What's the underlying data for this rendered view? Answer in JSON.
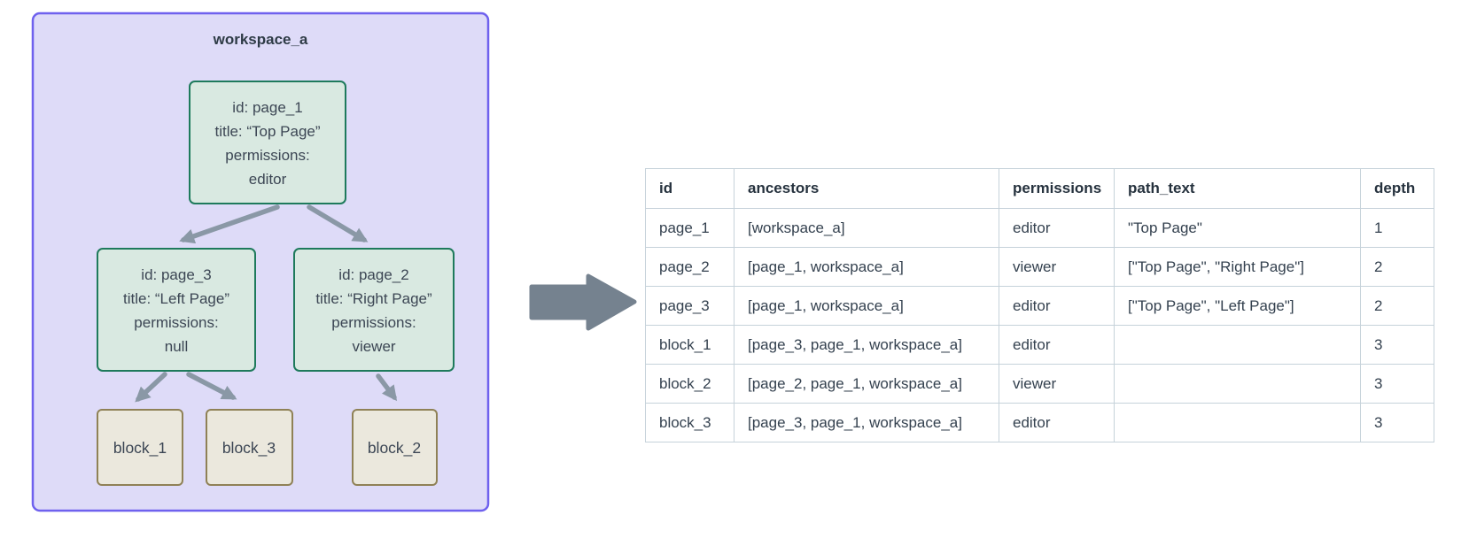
{
  "diagram": {
    "workspace_label": "workspace_a",
    "nodes": {
      "page_1": {
        "line1": "id: page_1",
        "line2": "title: “Top Page”",
        "line3": "permissions:",
        "line4": "editor"
      },
      "page_3": {
        "line1": "id: page_3",
        "line2": "title: “Left Page”",
        "line3": "permissions:",
        "line4": "null"
      },
      "page_2": {
        "line1": "id: page_2",
        "line2": "title: “Right Page”",
        "line3": "permissions:",
        "line4": "viewer"
      },
      "block_1": {
        "label": "block_1"
      },
      "block_3": {
        "label": "block_3"
      },
      "block_2": {
        "label": "block_2"
      }
    },
    "colors": {
      "workspace_fill": "#dedbf8",
      "workspace_border": "#6f61ee",
      "page_fill": "#d9e9e1",
      "page_border": "#1e7a5c",
      "block_fill": "#ebe8dd",
      "block_border": "#8f8156",
      "connector": "#8a98a6",
      "transform_arrow": "#75828f",
      "table_border": "#c6d2da",
      "text": "#34414f"
    }
  },
  "table": {
    "columns": [
      "id",
      "ancestors",
      "permissions",
      "path_text",
      "depth"
    ],
    "rows": [
      {
        "id": "page_1",
        "ancestors": "[workspace_a]",
        "permissions": "editor",
        "path_text": "\"Top Page\"",
        "depth": "1"
      },
      {
        "id": "page_2",
        "ancestors": "[page_1, workspace_a]",
        "permissions": "viewer",
        "path_text": "[\"Top Page\", \"Right Page\"]",
        "depth": "2"
      },
      {
        "id": "page_3",
        "ancestors": "[page_1, workspace_a]",
        "permissions": "editor",
        "path_text": "[\"Top Page\", \"Left Page\"]",
        "depth": "2"
      },
      {
        "id": "block_1",
        "ancestors": "[page_3, page_1, workspace_a]",
        "permissions": "editor",
        "path_text": "",
        "depth": "3"
      },
      {
        "id": "block_2",
        "ancestors": "[page_2, page_1, workspace_a]",
        "permissions": "viewer",
        "path_text": "",
        "depth": "3"
      },
      {
        "id": "block_3",
        "ancestors": "[page_3, page_1, workspace_a]",
        "permissions": "editor",
        "path_text": "",
        "depth": "3"
      }
    ]
  }
}
